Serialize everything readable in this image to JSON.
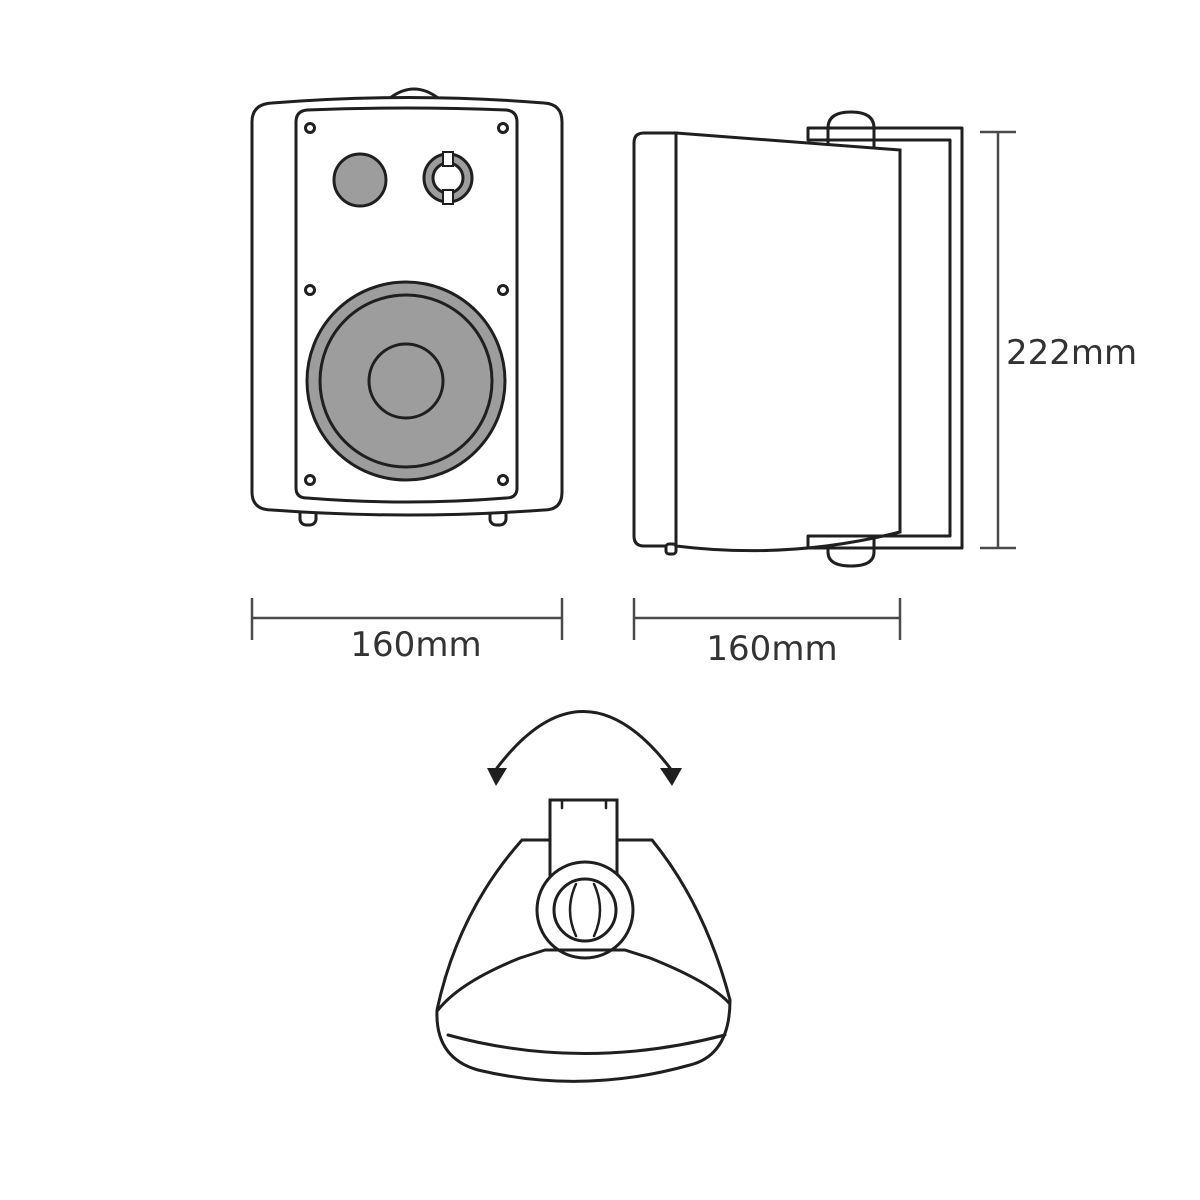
{
  "dimensions": {
    "front_width": "160mm",
    "side_depth": "160mm",
    "height": "222mm"
  },
  "colors": {
    "outline": "#1f1f1f",
    "fill_grey": "#9d9d9d",
    "dimension_text": "#333333"
  }
}
